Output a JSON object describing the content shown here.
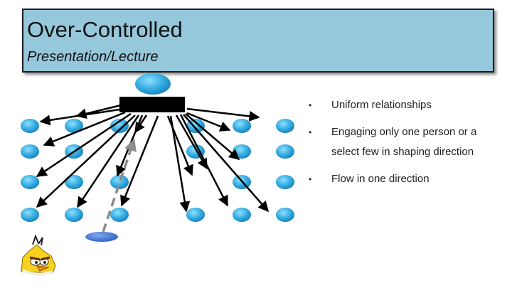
{
  "header": {
    "title": "Over-Controlled",
    "subtitle": "Presentation/Lecture"
  },
  "bullets": [
    {
      "marker": "•",
      "text": "Uniform relationships"
    },
    {
      "marker": "•",
      "text": "Engaging only one person or a select few in shaping direction"
    },
    {
      "marker": "•",
      "text": "Flow in one direction"
    }
  ],
  "colors": {
    "header_bg": "#96c8dc",
    "node": "#2fa8e0",
    "leader": "#000000",
    "arrow": "#000000",
    "dashed_arrow": "#8c8c8c",
    "selected_node": "#3a6fc8"
  },
  "icons": {
    "mascot": "yellow-bird-icon"
  }
}
